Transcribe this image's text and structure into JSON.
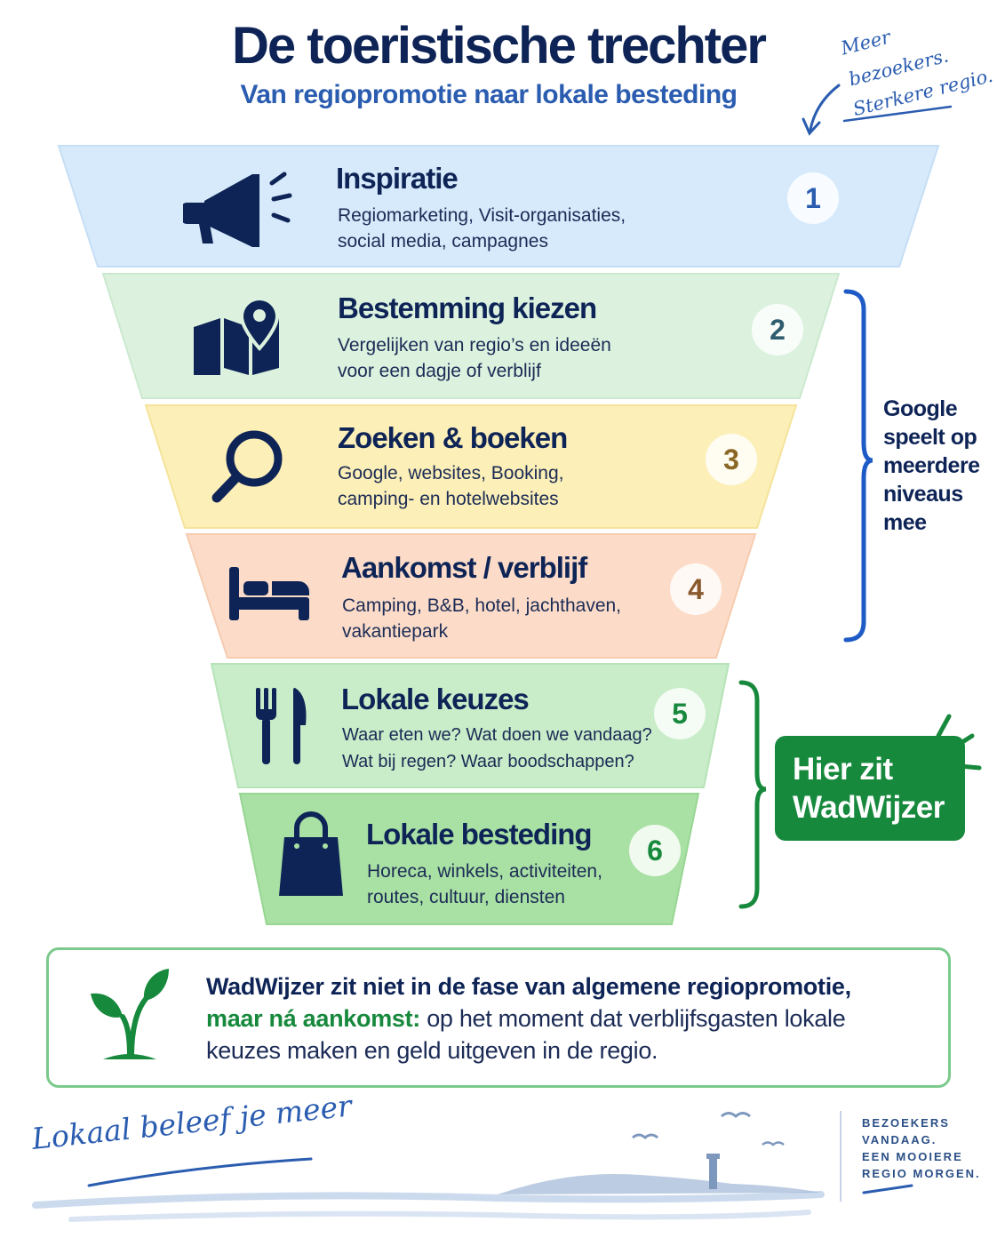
{
  "header": {
    "title": "De toeristische trechter",
    "subtitle": "Van regiopromotie naar lokale besteding"
  },
  "handwritten_note": [
    "Meer",
    "bezoekers.",
    "Sterkere regio."
  ],
  "stages": [
    {
      "number": "1",
      "title": "Inspiratie",
      "lines": [
        "Regiomarketing, Visit-organisaties,",
        "social media, campagnes"
      ],
      "icon": "megaphone-icon",
      "color": "#d6eafb"
    },
    {
      "number": "2",
      "title": "Bestemming kiezen",
      "lines": [
        "Vergelijken van regio’s en ideeën",
        "voor een dagje of verblijf"
      ],
      "icon": "map-pin-icon",
      "color": "#dcf2df"
    },
    {
      "number": "3",
      "title": "Zoeken & boeken",
      "lines": [
        "Google, websites, Booking,",
        "camping- en hotelwebsites"
      ],
      "icon": "search-icon",
      "color": "#fcefb7"
    },
    {
      "number": "4",
      "title": "Aankomst / verblijf",
      "lines": [
        "Camping, B&B, hotel, jachthaven,",
        "vakantiepark"
      ],
      "icon": "bed-icon",
      "color": "#fcdcc8"
    },
    {
      "number": "5",
      "title": "Lokale keuzes",
      "lines": [
        "Waar eten we? Wat doen we vandaag?",
        "Wat bij regen? Waar boodschappen?"
      ],
      "icon": "fork-knife-icon",
      "color": "#c9ecc9"
    },
    {
      "number": "6",
      "title": "Lokale besteding",
      "lines": [
        "Horeca, winkels, activiteiten,",
        "routes, cultuur, diensten"
      ],
      "icon": "shopping-bag-icon",
      "color": "#a9e0a4"
    }
  ],
  "google_bracket": {
    "lines": [
      "Google",
      "speelt op",
      "meerdere",
      "niveaus mee"
    ],
    "color": "#1e5bc6"
  },
  "wadwijzer_callout": {
    "lines": [
      "Hier zit",
      "WadWijzer"
    ],
    "color": "#17893d"
  },
  "info_box": {
    "bold_dark": "WadWijzer zit niet in de fase van algemene regiopromotie,",
    "bold_green": "maar ná aankomst:",
    "rest": " op het moment dat verblijfsgasten lokale keuzes maken en geld uitgeven in de regio."
  },
  "footer": {
    "slogan": "Lokaal beleef je meer",
    "tagline": [
      "BEZOEKERS",
      "VANDAAG.",
      "EEN MOOIERE",
      "REGIO MORGEN."
    ]
  },
  "colors": {
    "navy": "#0e2456",
    "blue": "#2a5cb0",
    "green": "#17893d"
  }
}
